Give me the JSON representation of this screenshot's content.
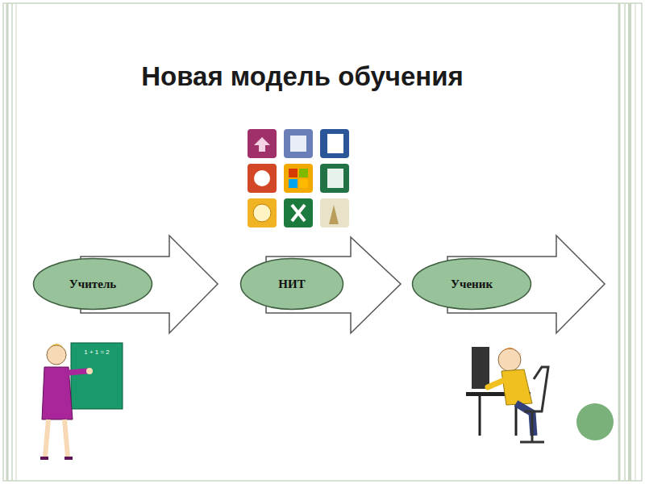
{
  "diagram": {
    "title": "Новая модель обучения",
    "nodes": [
      {
        "text": [
          "Учитель"
        ]
      },
      {
        "text": [
          "НИТ"
        ]
      },
      {
        "text": [
          "Ученик"
        ]
      }
    ],
    "labels": [
      "1 + 1 = 2"
    ]
  }
}
